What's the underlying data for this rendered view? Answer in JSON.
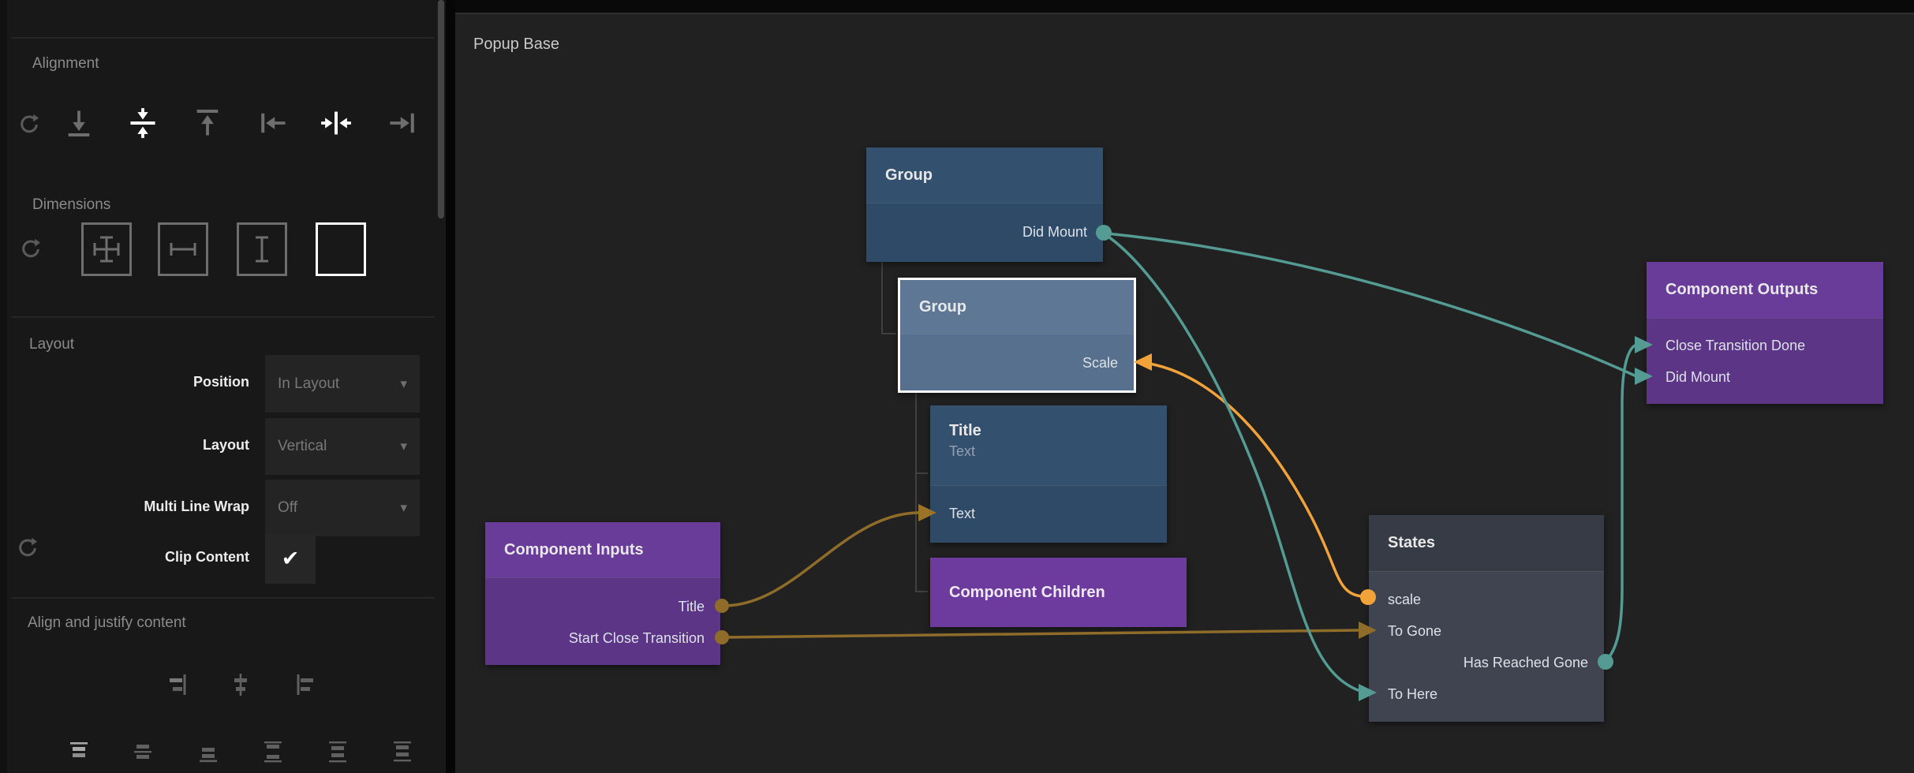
{
  "colors": {
    "teal": "#549b93",
    "orange": "#f1a33a",
    "olive": "#8f6c29",
    "node_blue_header": "#33506e",
    "node_blue_body": "#2f4a66",
    "node_blue_selected_header": "#5e7795",
    "node_blue_selected_body": "#57708d",
    "purple_header": "#693c99",
    "purple_body": "#5d3586",
    "purple_solid": "#6d3b9e",
    "gray_header": "#373b46",
    "gray_body": "#3f4450",
    "canvas_bg": "#212121",
    "sidebar_bg": "#181818"
  },
  "glyphs": {
    "caret": "▾",
    "check": "✔"
  },
  "sidebar": {
    "sections": {
      "alignment": {
        "title": "Alignment",
        "icons": [
          "reset-icon",
          "align-bottom-icon",
          "align-center-vertical-icon",
          "align-top-icon",
          "align-left-icon",
          "align-center-horizontal-icon",
          "align-right-icon"
        ],
        "active_icons": [
          "align-center-vertical-icon",
          "align-center-horizontal-icon"
        ]
      },
      "dimensions": {
        "title": "Dimensions",
        "icons": [
          "reset-icon",
          "size-both-icon",
          "size-width-icon",
          "size-height-icon",
          "size-none-icon"
        ],
        "active_icons": [
          "size-none-icon"
        ]
      },
      "layout": {
        "title": "Layout",
        "position": {
          "label": "Position",
          "value": "In Layout"
        },
        "layout": {
          "label": "Layout",
          "value": "Vertical"
        },
        "wrap": {
          "label": "Multi Line Wrap",
          "value": "Off"
        },
        "clip": {
          "label": "Clip Content",
          "checked": true
        }
      },
      "align_justify": {
        "title": "Align and justify content",
        "icons_row1": [
          "align-content-end-icon",
          "align-content-center-icon",
          "align-content-start-icon"
        ],
        "icons_row2": [
          "justify-start-icon",
          "justify-center-icon",
          "justify-end-icon",
          "justify-space-between-icon",
          "justify-space-around-icon",
          "justify-space-evenly-icon"
        ]
      }
    }
  },
  "canvas": {
    "title": "Popup Base",
    "nodes": {
      "group1": {
        "title": "Group",
        "rows": {
          "did_mount": "Did Mount"
        }
      },
      "group2": {
        "title": "Group",
        "selected": true,
        "rows": {
          "scale": "Scale"
        }
      },
      "title_node": {
        "title": "Title",
        "subtitle": "Text",
        "rows": {
          "text": "Text"
        }
      },
      "component_children": {
        "title": "Component Children"
      },
      "component_inputs": {
        "title": "Component Inputs",
        "rows": {
          "title": "Title",
          "start_close_transition": "Start Close Transition"
        }
      },
      "states": {
        "title": "States",
        "rows": {
          "scale": "scale",
          "to_gone": "To Gone",
          "has_reached_gone": "Has Reached Gone",
          "to_here": "To Here"
        }
      },
      "component_outputs": {
        "title": "Component Outputs",
        "rows": {
          "close_transition_done": "Close Transition Done",
          "did_mount": "Did Mount"
        }
      }
    },
    "connections": [
      {
        "from": "Group.Did Mount",
        "to": "Component Outputs.Did Mount",
        "color": "teal"
      },
      {
        "from": "Group.Did Mount",
        "to": "States.To Here",
        "color": "teal"
      },
      {
        "from": "States.Has Reached Gone",
        "to": "Component Outputs.Close Transition Done",
        "color": "teal"
      },
      {
        "from": "Component Inputs.Title",
        "to": "Title.Text",
        "color": "olive"
      },
      {
        "from": "Component Inputs.Start Close Transition",
        "to": "States.To Gone",
        "color": "olive"
      },
      {
        "from": "States.scale",
        "to": "Group.Scale",
        "color": "orange"
      }
    ]
  }
}
